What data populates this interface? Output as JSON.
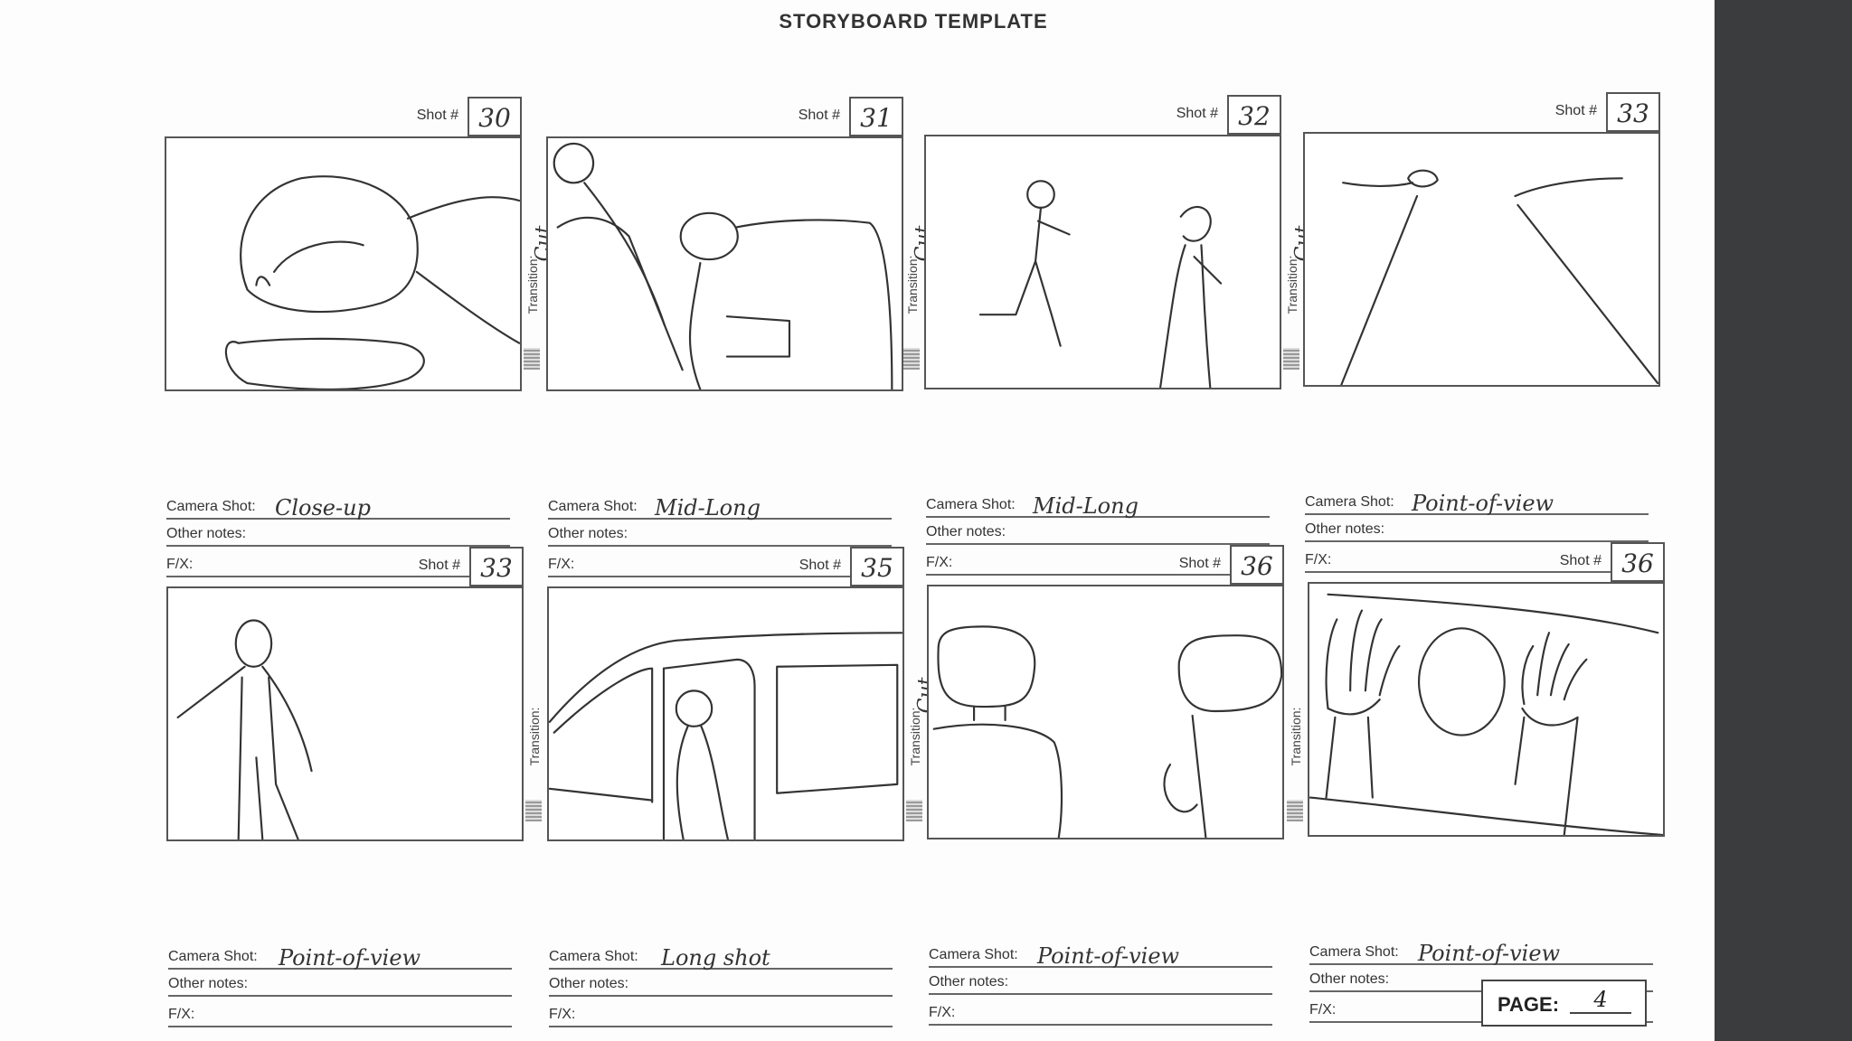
{
  "title": "STORYBOARD TEMPLATE",
  "labels": {
    "shot": "Shot #",
    "camera_shot": "Camera Shot:",
    "other_notes": "Other notes:",
    "fx": "F/X:",
    "transition": "Transition:",
    "page": "PAGE:"
  },
  "panels": [
    {
      "shot": "30",
      "camera_shot": "Close-up",
      "other_notes": "",
      "fx": "",
      "sketch": "close-up-face-sketch"
    },
    {
      "shot": "31",
      "camera_shot": "Mid-Long",
      "other_notes": "",
      "fx": "",
      "sketch": "figures-crouching-sketch"
    },
    {
      "shot": "32",
      "camera_shot": "Mid-Long",
      "other_notes": "",
      "fx": "",
      "sketch": "two-figures-walking-sketch"
    },
    {
      "shot": "33",
      "camera_shot": "Point-of-view",
      "other_notes": "",
      "fx": "",
      "sketch": "road-perspective-sketch"
    },
    {
      "shot": "33",
      "camera_shot": "Point-of-view",
      "other_notes": "",
      "fx": "",
      "sketch": "standing-figure-sketch"
    },
    {
      "shot": "35",
      "camera_shot": "Long shot",
      "other_notes": "",
      "fx": "",
      "sketch": "car-window-figure-sketch"
    },
    {
      "shot": "36",
      "camera_shot": "Point-of-view",
      "other_notes": "",
      "fx": "",
      "sketch": "car-seats-sketch"
    },
    {
      "shot": "36",
      "camera_shot": "Point-of-view",
      "other_notes": "",
      "fx": "",
      "sketch": "hands-on-window-sketch"
    }
  ],
  "transitions": [
    {
      "value": "Cut"
    },
    {
      "value": "Cut"
    },
    {
      "value": "Cut"
    },
    {
      "value": ""
    },
    {
      "value": "Cut"
    },
    {
      "value": ""
    }
  ],
  "page_number": "4"
}
